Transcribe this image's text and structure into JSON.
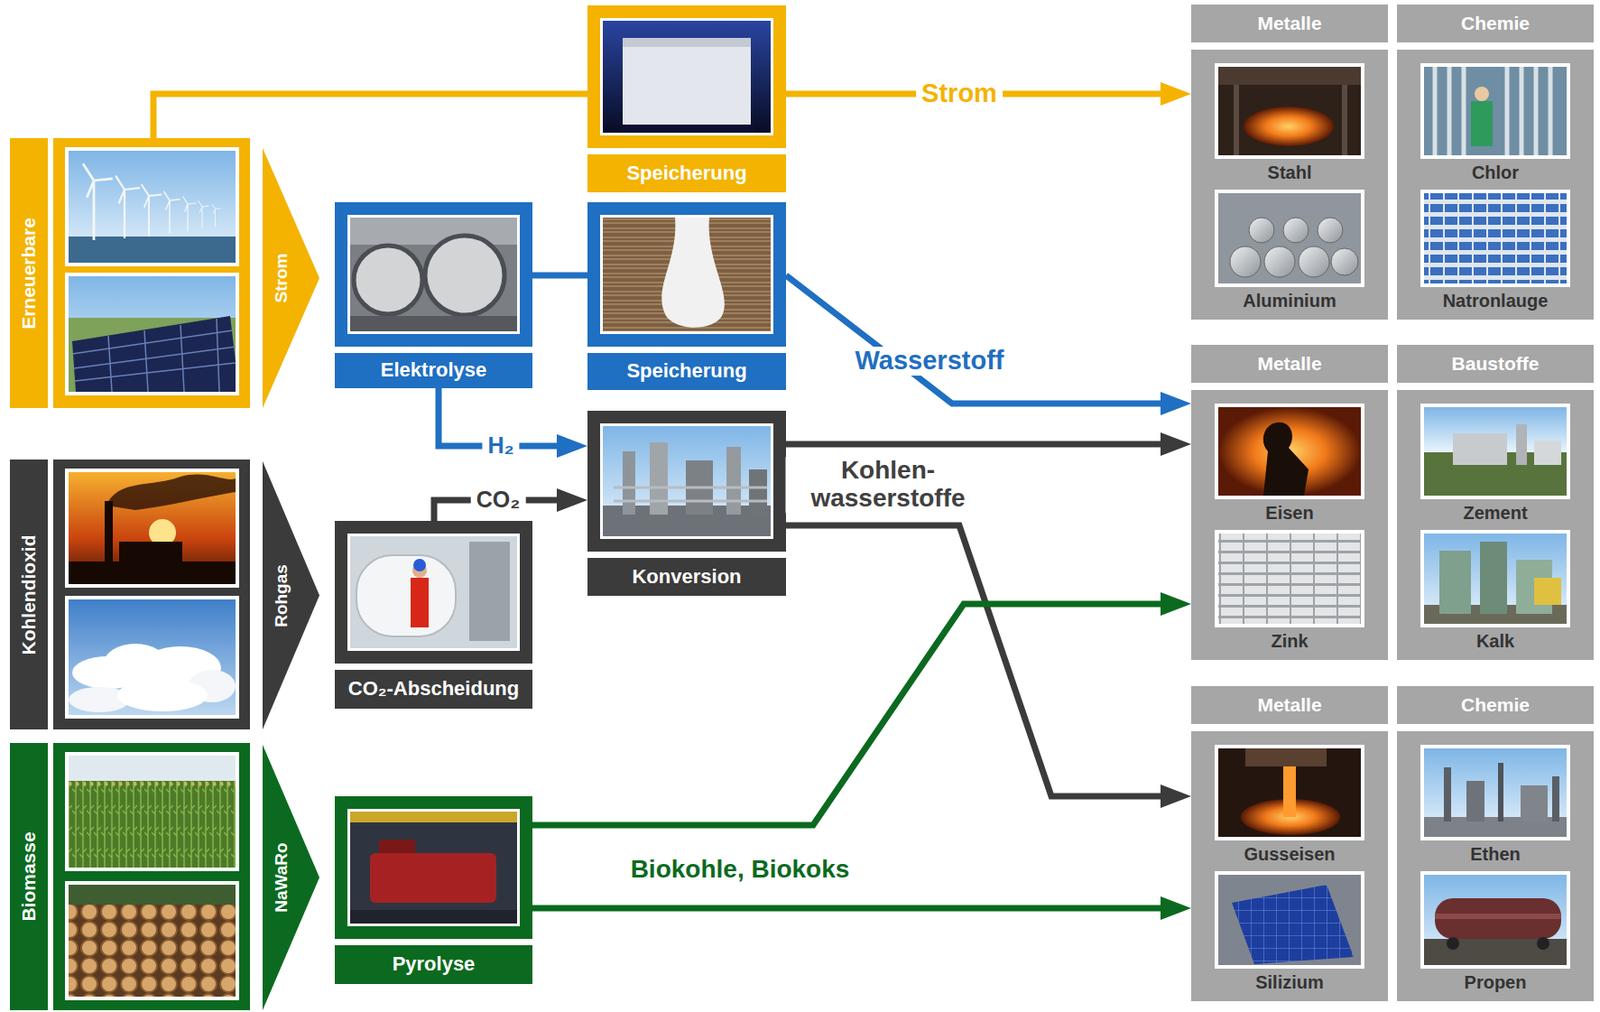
{
  "diagram": {
    "nodes": [
      {
        "text": [
          "Erneuerbare"
        ]
      },
      {
        "text": [
          "Strom"
        ]
      },
      {
        "text": [
          "Speicherung"
        ]
      },
      {
        "text": [
          "Elektrolyse"
        ]
      },
      {
        "text": [
          "Speicherung"
        ]
      },
      {
        "text": [
          "Kohlendioxid"
        ]
      },
      {
        "text": [
          "Rohgas"
        ]
      },
      {
        "text": [
          "CO₂-Abscheidung"
        ]
      },
      {
        "text": [
          "Konversion"
        ]
      },
      {
        "text": [
          "Biomasse"
        ]
      },
      {
        "text": [
          "NaWaRo"
        ]
      },
      {
        "text": [
          "Pyrolyse"
        ]
      },
      {
        "text": [
          "Metalle"
        ]
      },
      {
        "text": [
          "Stahl"
        ],
        "in": 12
      },
      {
        "text": [
          "Aluminium"
        ],
        "in": 12
      },
      {
        "text": [
          "Chemie"
        ]
      },
      {
        "text": [
          "Chlor"
        ],
        "in": 15
      },
      {
        "text": [
          "Natronlauge"
        ],
        "in": 15
      },
      {
        "text": [
          "Metalle"
        ]
      },
      {
        "text": [
          "Eisen"
        ],
        "in": 18
      },
      {
        "text": [
          "Zink"
        ],
        "in": 18
      },
      {
        "text": [
          "Baustoffe"
        ]
      },
      {
        "text": [
          "Zement"
        ],
        "in": 21
      },
      {
        "text": [
          "Kalk"
        ],
        "in": 21
      },
      {
        "text": [
          "Metalle"
        ]
      },
      {
        "text": [
          "Gusseisen"
        ],
        "in": 24
      },
      {
        "text": [
          "Silizium"
        ],
        "in": 24
      },
      {
        "text": [
          "Chemie"
        ]
      },
      {
        "text": [
          "Ethen"
        ],
        "in": 27
      },
      {
        "text": [
          "Propen"
        ],
        "in": 27
      }
    ],
    "edges": [
      {
        "from": 0,
        "to": 2,
        "arrow": "none"
      },
      {
        "from": 2,
        "to": 12,
        "label": "Strom",
        "arrow": "to"
      },
      {
        "from": 3,
        "to": 4,
        "arrow": "none"
      },
      {
        "from": 4,
        "to": 18,
        "label": "Wasserstoff",
        "arrow": "to"
      },
      {
        "from": 3,
        "to": 8,
        "label": "H₂",
        "arrow": "to"
      },
      {
        "from": 7,
        "to": 8,
        "label": "CO₂",
        "arrow": "to"
      },
      {
        "from": 8,
        "to": 18,
        "arrow": "to"
      },
      {
        "from": 8,
        "to": 24,
        "label": "Kohlen- wasserstoffe",
        "arrow": "to"
      },
      {
        "from": 11,
        "to": 18,
        "arrow": "to"
      },
      {
        "from": 11,
        "to": 24,
        "label": "Biokohle, Biokoks",
        "arrow": "to"
      }
    ]
  }
}
